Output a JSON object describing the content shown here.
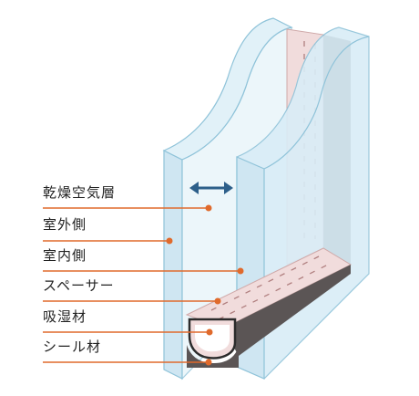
{
  "diagram": {
    "labels": [
      {
        "key": "dry_air_layer",
        "text": "乾燥空気層"
      },
      {
        "key": "outer_glass",
        "text": "室外側"
      },
      {
        "key": "inner_glass",
        "text": "室内側"
      },
      {
        "key": "spacer",
        "text": "スペーサー"
      },
      {
        "key": "desiccant",
        "text": "吸湿材"
      },
      {
        "key": "sealant",
        "text": "シール材"
      }
    ],
    "colors": {
      "glass": "#d5ebf5",
      "glass_edge": "#8fc3d9",
      "spacer_fill": "#f1dcdc",
      "sealant": "#5b5555",
      "leader_line": "#e06a2c",
      "arrow": "#2d5f8a"
    }
  }
}
